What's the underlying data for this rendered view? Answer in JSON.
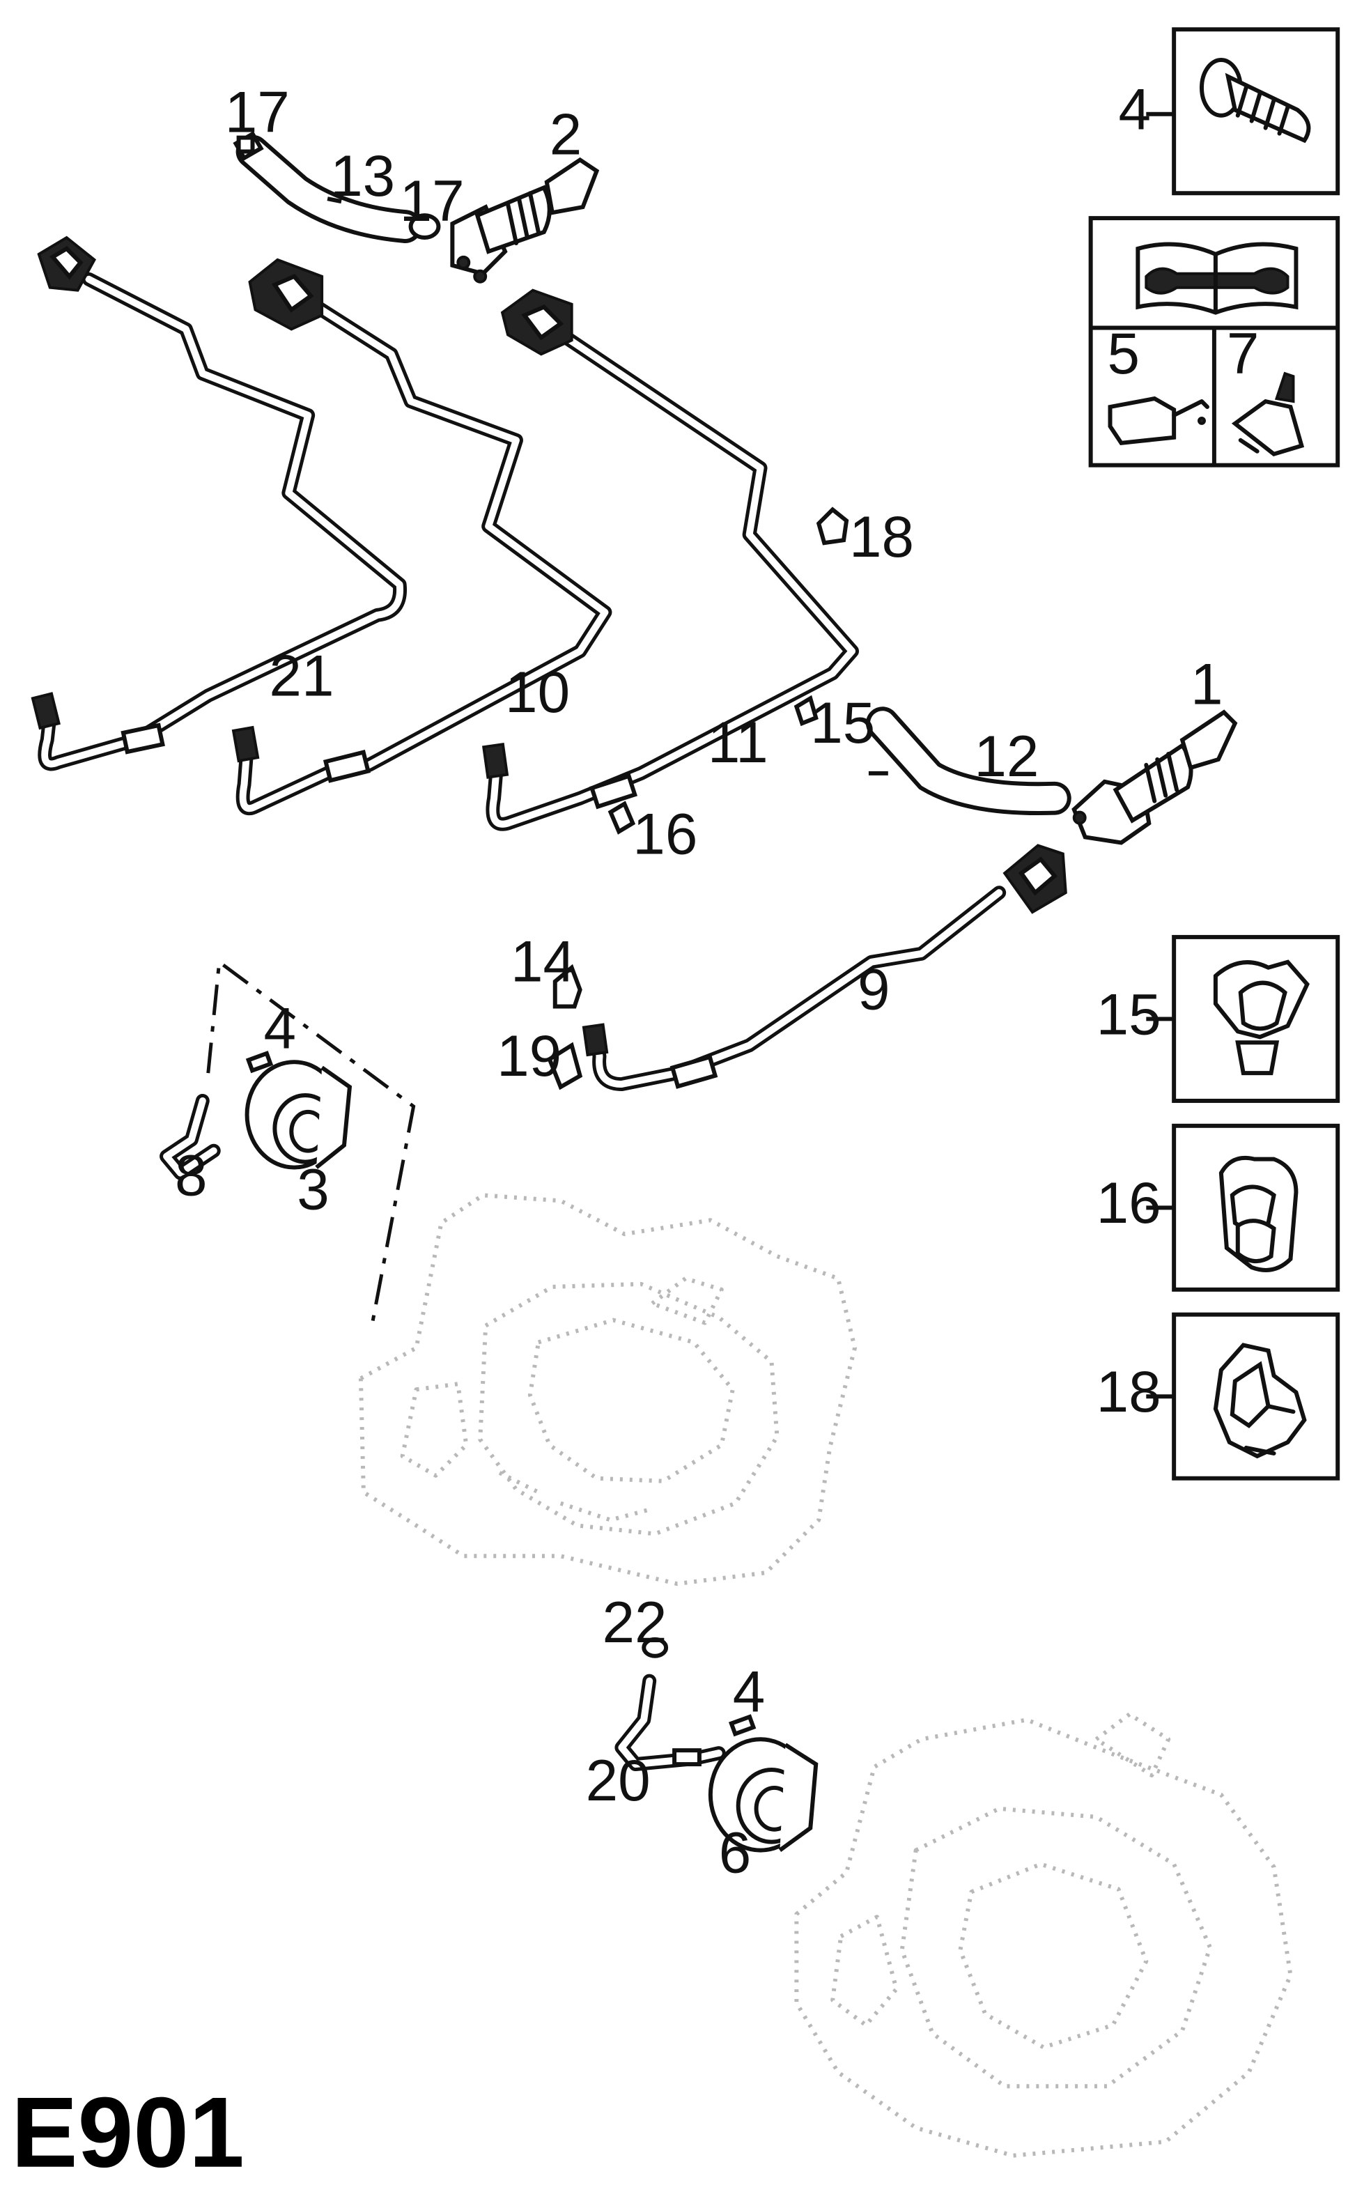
{
  "diagram_code": "E901",
  "callouts": {
    "n1": "1",
    "n2": "2",
    "n3": "3",
    "n4a": "4",
    "n4b": "4",
    "n4c": "4",
    "n5": "5",
    "n6": "6",
    "n7": "7",
    "n8": "8",
    "n9": "9",
    "n10": "10",
    "n11": "11",
    "n12": "12",
    "n13": "13",
    "n14": "14",
    "n15a": "15",
    "n15b": "15",
    "n16a": "16",
    "n16b": "16",
    "n17a": "17",
    "n17b": "17",
    "n18a": "18",
    "n18b": "18",
    "n19": "19",
    "n20": "20",
    "n21": "21",
    "n22": "22"
  },
  "icons": {
    "service_manual": "book-with-wrench-icon",
    "oil_can": "oil-can-icon",
    "adhesive_tube": "adhesive-tube-icon"
  },
  "colors": {
    "line": "#111111",
    "background_parts": "#b8b8b8",
    "paper": "#ffffff"
  }
}
